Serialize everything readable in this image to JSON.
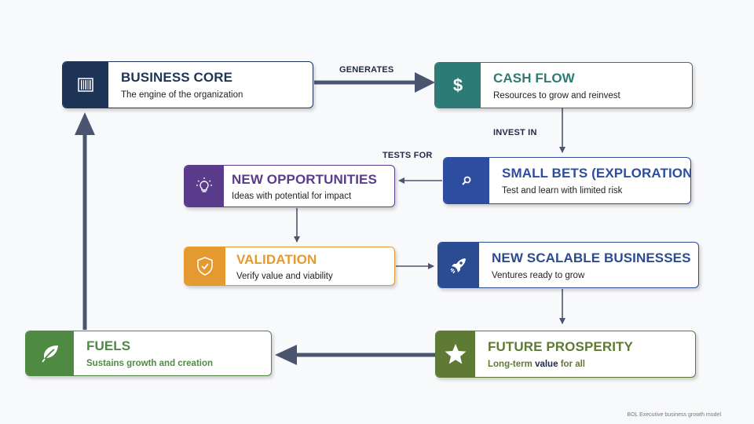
{
  "nodes": {
    "business_core": {
      "title": "BUSINESS CORE",
      "subtitle": "The engine of the organization",
      "color": "#1f3557",
      "icon": "barcode-icon"
    },
    "cash_flow": {
      "title": "CASH FLOW",
      "subtitle": "Resources to grow and reinvest",
      "color": "#2d7b76",
      "icon": "dollar-icon"
    },
    "small_bets": {
      "title": "SMALL BETS (EXPLORATION)",
      "subtitle": "Test and learn with limited risk",
      "color": "#2d4e9e",
      "icon": "magnifier-icon"
    },
    "new_opportunities": {
      "title": "NEW OPPORTUNITIES",
      "subtitle": "Ideas with potential for impact",
      "color": "#5b3b8c",
      "icon": "lightbulb-icon"
    },
    "validation": {
      "title": "VALIDATION",
      "subtitle": "Verify value and viability",
      "color": "#e59a2f",
      "icon": "shield-check-icon"
    },
    "new_scalable": {
      "title": "NEW SCALABLE BUSINESSES",
      "subtitle": "Ventures ready to grow",
      "color": "#2b4c93",
      "icon": "rocket-icon"
    },
    "future_prosperity": {
      "title": "FUTURE PROSPERITY",
      "subtitle_a": "Long-term",
      "subtitle_b": "value",
      "subtitle_c": "for all",
      "color": "#5e7a34",
      "icon": "star-icon"
    },
    "fuels": {
      "title": "FUELS",
      "subtitle": "Sustains growth and creation",
      "color": "#4f8a43",
      "icon": "leaf-icon"
    }
  },
  "edge_labels": {
    "generates": "GENERATES",
    "invest_in": "INVEST IN",
    "tests_for": "TESTS FOR"
  },
  "footer": "BOL Executive business growth model"
}
